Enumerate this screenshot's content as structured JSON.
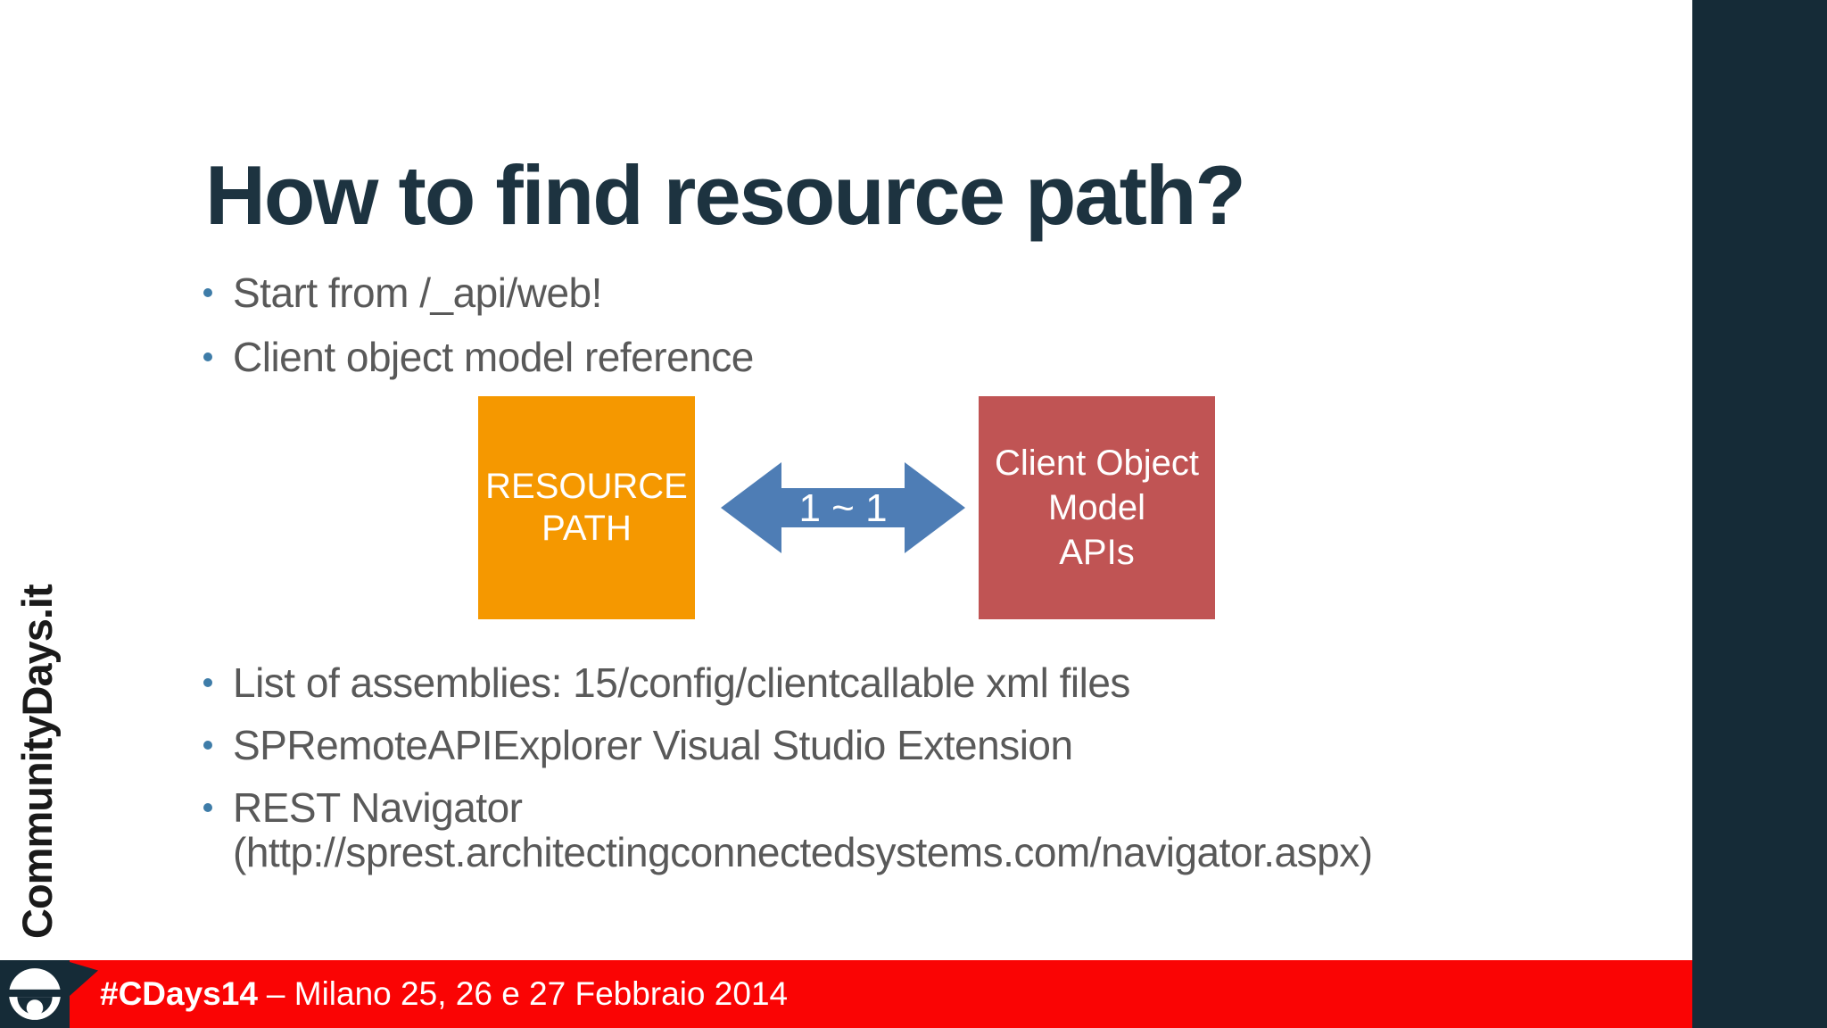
{
  "slide": {
    "title": "How to find resource path?"
  },
  "bullets_top": [
    "Start from /_api/web!",
    "Client object model reference"
  ],
  "diagram": {
    "left_box": "RESOURCE\nPATH",
    "arrow_label": "1 ~ 1",
    "right_box": "Client Object\nModel\nAPIs",
    "colors": {
      "left_box": "#F59800",
      "arrow": "#4E7DB5",
      "right_box": "#C05454"
    }
  },
  "bullets_bottom": [
    "List of assemblies: 15/config/clientcallable xml files",
    "SPRemoteAPIExplorer Visual Studio Extension",
    "REST Navigator\n(http://sprest.architectingconnectedsystems.com/navigator.aspx)"
  ],
  "brand": {
    "vertical_text": "CommunityDays.it",
    "logo": "communitydays-wheel-logo"
  },
  "footer": {
    "hashtag": "#CDays14",
    "tagline": "– Milano 25, 26 e 27 Febbraio 2014",
    "bar_color": "#FA0404"
  },
  "theme": {
    "sidebar_navy": "#152B37",
    "title_color": "#1D3340",
    "body_text": "#595959",
    "bullet_dot": "#3E7CA8",
    "background": "#FFFFFF"
  }
}
